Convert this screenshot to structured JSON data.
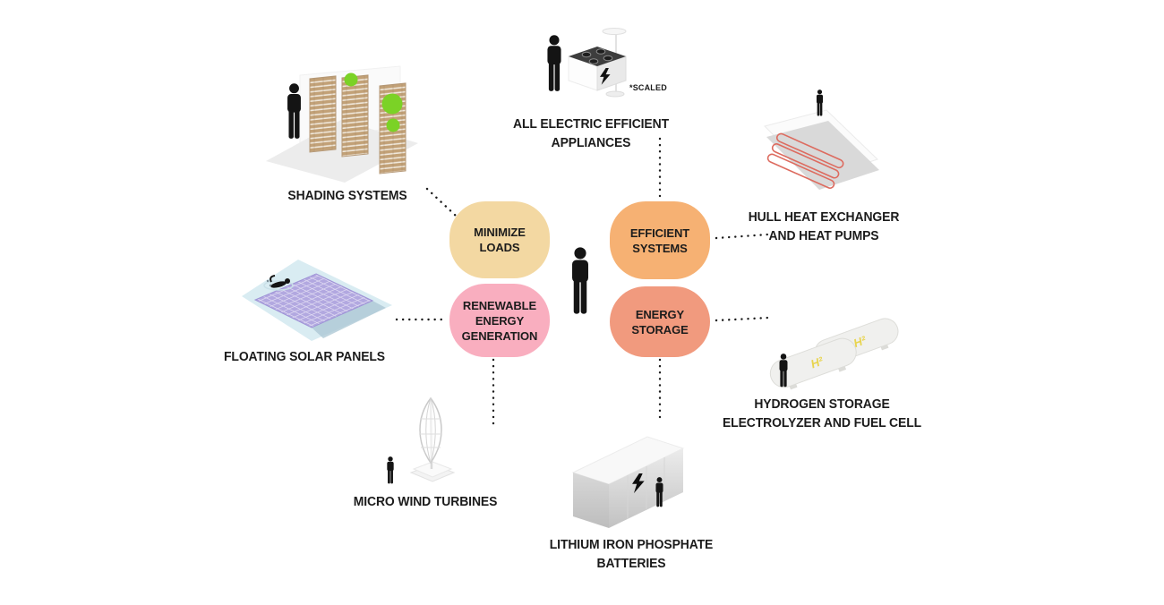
{
  "diagram": {
    "bubbles": [
      {
        "id": "minimize-loads",
        "label": "MINIMIZE\nLOADS",
        "color": "#F3D8A2"
      },
      {
        "id": "efficient-systems",
        "label": "EFFICIENT\nSYSTEMS",
        "color": "#F6B173"
      },
      {
        "id": "renewable-energy-generation",
        "label": "RENEWABLE\nENERGY\nGENERATION",
        "color": "#F9AEBF"
      },
      {
        "id": "energy-storage",
        "label": "ENERGY\nSTORAGE",
        "color": "#F19A7E"
      }
    ],
    "systems": [
      {
        "id": "shading-systems",
        "label": "SHADING SYSTEMS"
      },
      {
        "id": "all-electric-efficient-appliances",
        "label": "ALL ELECTRIC EFFICIENT\nAPPLIANCES",
        "note": "*SCALED"
      },
      {
        "id": "hull-heat-exchanger-and-heat-pumps",
        "label": "HULL HEAT EXCHANGER\nAND HEAT PUMPS"
      },
      {
        "id": "floating-solar-panels",
        "label": "FLOATING SOLAR PANELS"
      },
      {
        "id": "hydrogen-storage-electrolyzer-and-fuel-cell",
        "label": "HYDROGEN STORAGE\nELECTROLYZER AND FUEL CELL"
      },
      {
        "id": "micro-wind-turbines",
        "label": "MICRO WIND TURBINES"
      },
      {
        "id": "lithium-iron-phosphate-batteries",
        "label": "LITHIUM IRON PHOSPHATE\nBATTERIES"
      }
    ],
    "hydrogen_tank_marking": "H²",
    "colors": {
      "text": "#1B1B1B",
      "connector_dots": "#1B1B1B",
      "greenery_green": "#7BD226",
      "wood_tan": "#C2A177",
      "water_blue": "#D9ECF2",
      "solar_purple": "#B2A8E0",
      "coil_red": "#DD6B5F",
      "h2_yellow": "#E8D44E"
    }
  }
}
